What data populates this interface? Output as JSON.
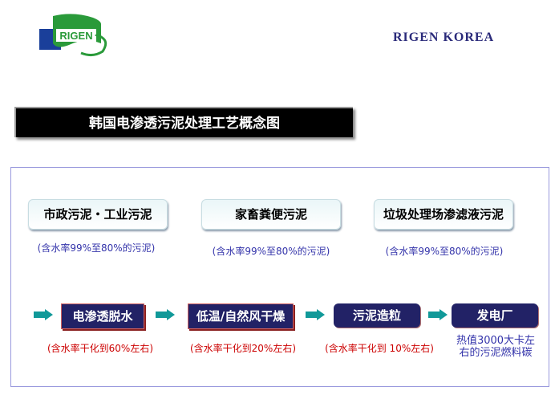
{
  "header": {
    "logo_text": "RIGEN",
    "brand": "RIGEN KOREA"
  },
  "title": "韩国电渗透污泥处理工艺概念图",
  "sources": [
    {
      "label": "市政污泥・工业污泥",
      "note": "(含水率99%至80%的污泥)"
    },
    {
      "label": "家畜粪便污泥",
      "note": "(含水率99%至80%的污泥)"
    },
    {
      "label": "垃圾处理场渗滤液污泥",
      "note": "(含水率99%至80%的污泥)"
    }
  ],
  "steps": [
    {
      "label": "电渗透脱水",
      "note": "(含水率干化到60%左右)"
    },
    {
      "label": "低温/自然风干燥",
      "note": "(含水率干化到20%左右)"
    },
    {
      "label": "污泥造粒",
      "note": "(含水率干化到 10%左右)"
    },
    {
      "label": "发电厂",
      "note": "热值3000大卡左右的污泥燃料碳"
    }
  ],
  "colors": {
    "arrow": "#119999",
    "step_bg": "#222266",
    "note_red": "#cc0000",
    "note_blue": "#3333aa"
  }
}
